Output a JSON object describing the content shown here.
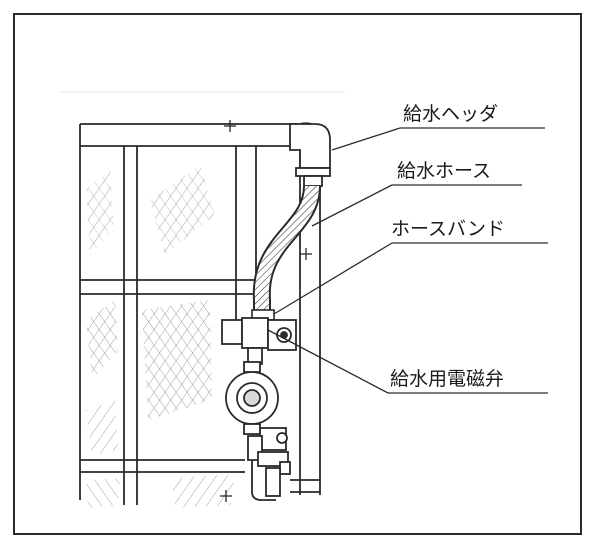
{
  "diagram": {
    "labels": {
      "header": "給水ヘッダ",
      "hose": "給水ホース",
      "hose_band": "ホースバンド",
      "solenoid_valve": "給水用電磁弁"
    },
    "colors": {
      "line": "#2a2a2a",
      "hatch": "#8a8a8a",
      "background": "#ffffff",
      "shade": "#d8d8d8"
    }
  }
}
